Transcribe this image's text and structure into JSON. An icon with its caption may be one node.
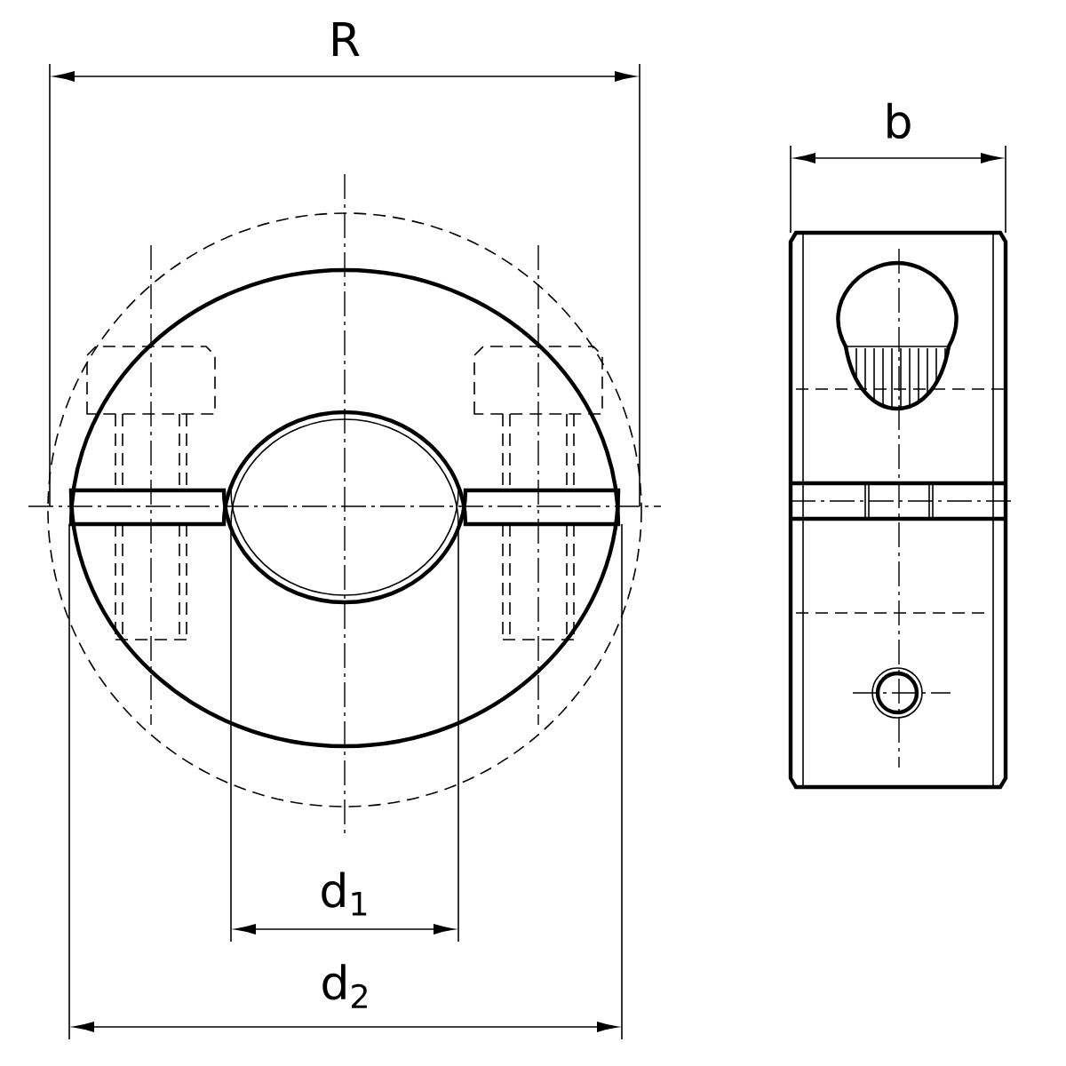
{
  "diagram": {
    "labels": [
      "R",
      "b",
      "d$_{1}$",
      "d$_{2}$"
    ]
  }
}
